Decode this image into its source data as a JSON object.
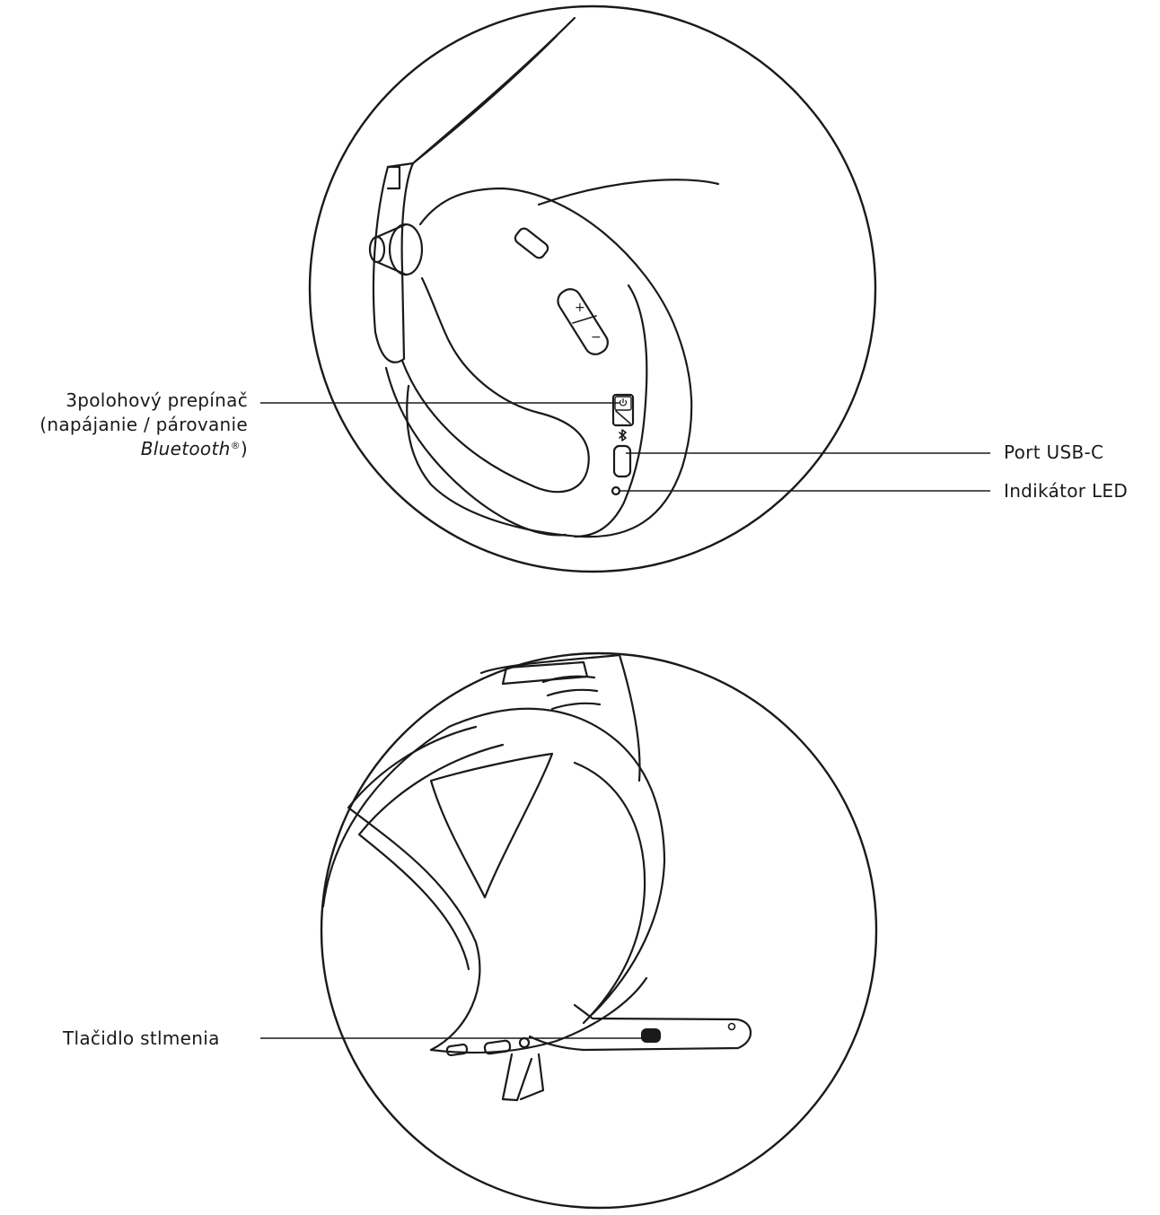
{
  "figure_top": {
    "labels": {
      "switch_line1": "3polohový prepínač",
      "switch_line2": "(napájanie / párovanie",
      "switch_line3_italic": "Bluetooth",
      "switch_line3_reg": "®",
      "switch_line3_end": ")",
      "usb_port": "Port USB-C",
      "led": "Indikátor LED"
    },
    "icons": [
      "power-icon",
      "bluetooth-icon",
      "plus-icon",
      "minus-icon"
    ],
    "volume_plus": "+",
    "volume_minus": "−"
  },
  "figure_bottom": {
    "labels": {
      "mute_button": "Tlačidlo stlmenia"
    }
  },
  "colors": {
    "line": "#1a1a1a",
    "background": "#ffffff"
  }
}
